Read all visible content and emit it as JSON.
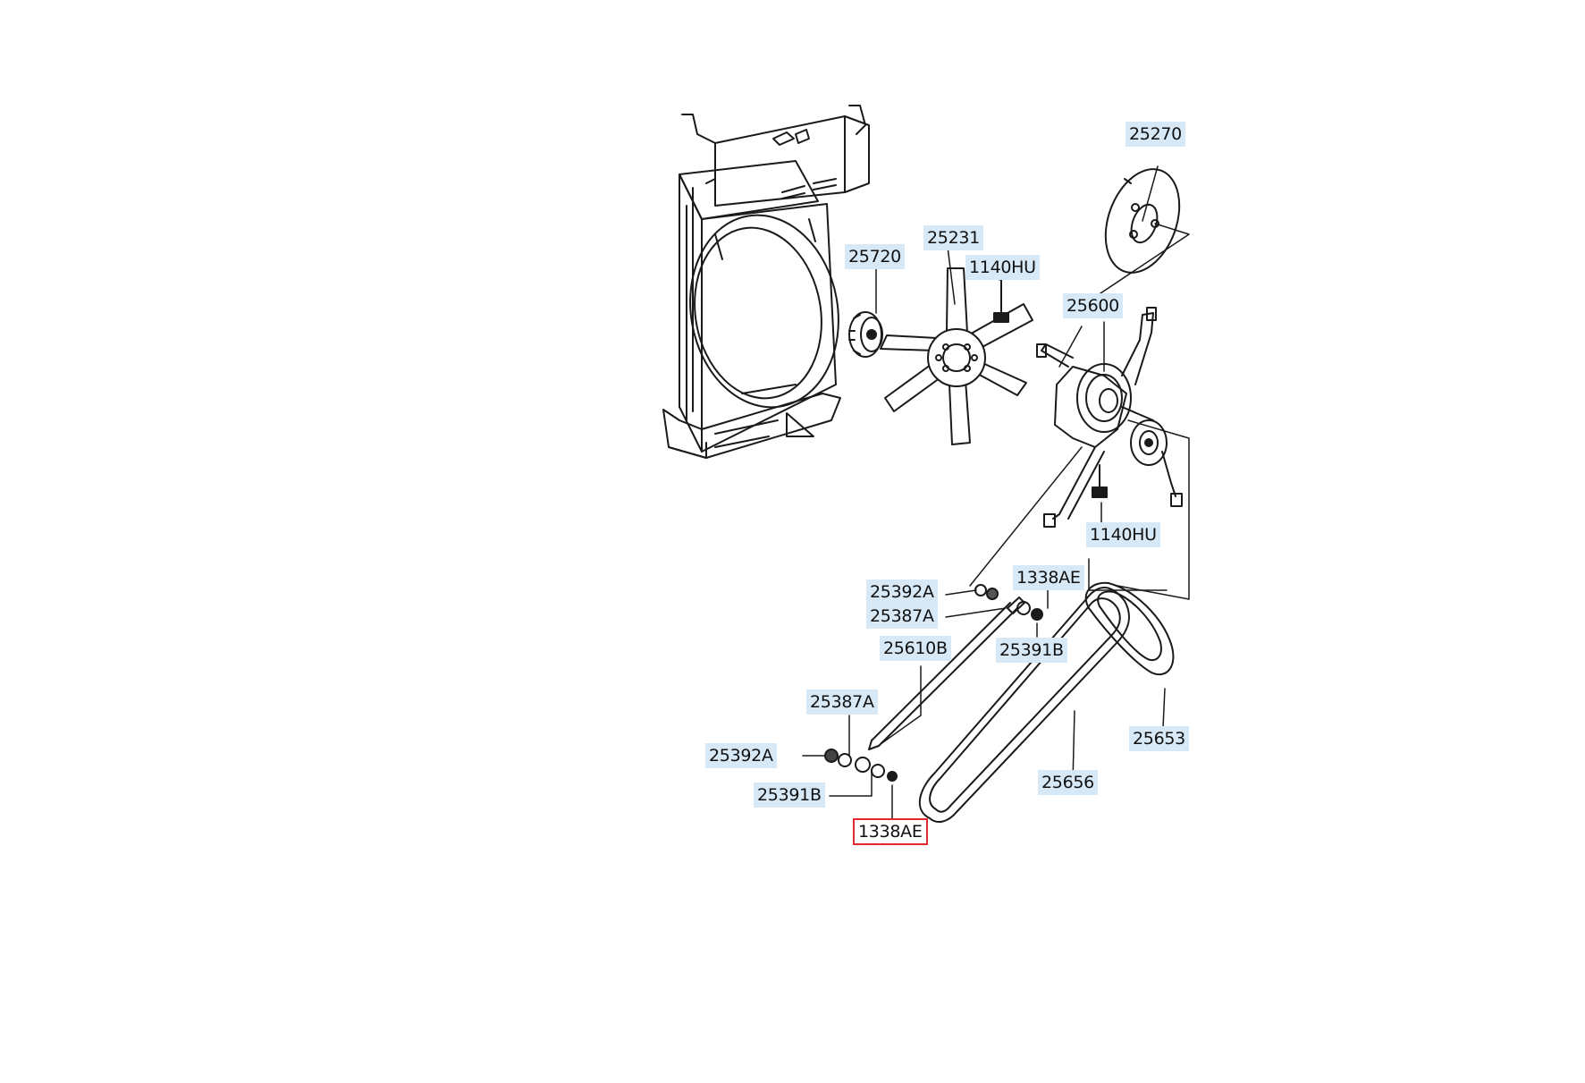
{
  "diagram": {
    "highlight_color": "#e0282e",
    "label_bg": "#d7e9f7",
    "callouts": [
      {
        "id": "c1",
        "text": "25270",
        "part": "fan-clutch-pulley-disc"
      },
      {
        "id": "c2",
        "text": "25231",
        "part": "cooling-fan"
      },
      {
        "id": "c3",
        "text": "25720",
        "part": "fan-spacer"
      },
      {
        "id": "c4",
        "text": "1140HU",
        "part": "fan-bolt"
      },
      {
        "id": "c5",
        "text": "25600",
        "part": "fan-pulley-bracket-assembly"
      },
      {
        "id": "c6",
        "text": "1140HU",
        "part": "bracket-bolt"
      },
      {
        "id": "c7",
        "text": "25392A",
        "part": "nut"
      },
      {
        "id": "c8",
        "text": "25387A",
        "part": "washer"
      },
      {
        "id": "c9",
        "text": "1338AE",
        "part": "nut"
      },
      {
        "id": "c10",
        "text": "25391B",
        "part": "washer"
      },
      {
        "id": "c11",
        "text": "25610B",
        "part": "adjusting-bolt"
      },
      {
        "id": "c12",
        "text": "25387A",
        "part": "washer"
      },
      {
        "id": "c13",
        "text": "25653",
        "part": "v-belt"
      },
      {
        "id": "c14",
        "text": "25392A",
        "part": "nut"
      },
      {
        "id": "c15",
        "text": "25656",
        "part": "v-belt"
      },
      {
        "id": "c16",
        "text": "25391B",
        "part": "washer"
      },
      {
        "id": "c17",
        "text": "1338AE",
        "part": "nut",
        "selected": true
      }
    ]
  }
}
